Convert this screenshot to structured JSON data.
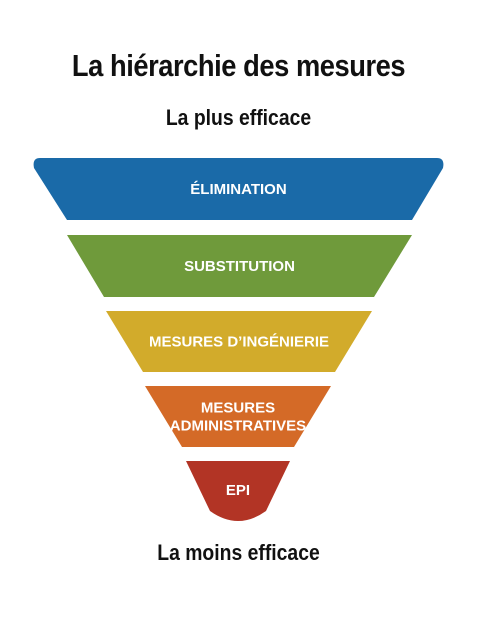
{
  "title": "La hiérarchie des mesures",
  "top_caption": "La plus efficace",
  "bottom_caption": "La moins efficace",
  "levels": [
    {
      "lines": [
        "ÉLIMINATION"
      ],
      "color": "#1a6aa8"
    },
    {
      "lines": [
        "SUBSTITUTION"
      ],
      "color": "#6f9a3b"
    },
    {
      "lines": [
        "MESURES D’INGÉNIERIE"
      ],
      "color": "#d2ab2b"
    },
    {
      "lines": [
        "MESURES",
        "ADMINISTRATIVES"
      ],
      "color": "#d46a27"
    },
    {
      "lines": [
        "EPI"
      ],
      "color": "#b23425"
    }
  ]
}
